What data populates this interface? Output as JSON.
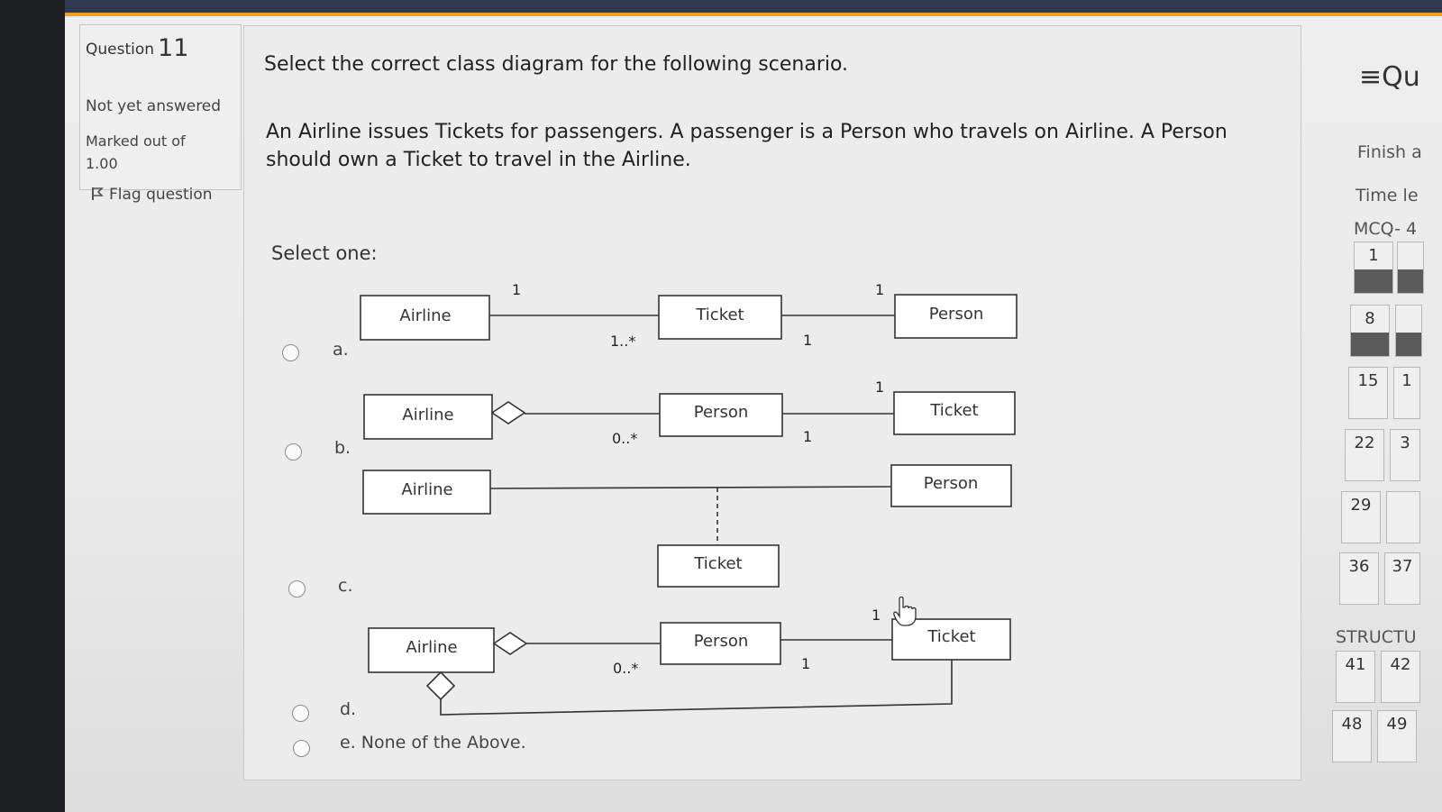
{
  "question_info": {
    "label": "Question",
    "number": "11",
    "state": "Not yet answered",
    "marked": "Marked out of 1.00",
    "flag": "Flag question"
  },
  "question": {
    "text": "Select the correct class diagram for the following scenario.",
    "scenario": "An Airline issues Tickets for passengers.  A passenger is a Person who travels on Airline.  A Person should own a Ticket to travel in the Airline.",
    "select_one": "Select one:"
  },
  "options": [
    {
      "letter": "a."
    },
    {
      "letter": "b."
    },
    {
      "letter": "c."
    },
    {
      "letter": "d."
    },
    {
      "letter": "e. None of the Above."
    }
  ],
  "diagrams": {
    "a": {
      "box1": "Airline",
      "box2": "Ticket",
      "box3": "Person",
      "m1": "1",
      "m2": "1..*",
      "m3": "1",
      "m4": "1"
    },
    "b": {
      "box1": "Airline",
      "box2": "Person",
      "box3": "Ticket",
      "m2": "0..*",
      "m3": "1",
      "m4": "1"
    },
    "c": {
      "box1": "Airline",
      "box2": "Person",
      "box3": "Ticket"
    },
    "d": {
      "box1": "Airline",
      "box2": "Person",
      "box3": "Ticket",
      "m2": "0..*",
      "m3": "1",
      "m4": "1"
    }
  },
  "nav": {
    "icon": "≡",
    "title_partial": "Qu",
    "finish": "Finish a",
    "time": "Time le",
    "mcq": "MCQ- 4",
    "structure": "STRUCTU",
    "buttons": [
      "1",
      "8",
      "15",
      "22",
      "29",
      "36"
    ],
    "buttons2": [
      "1",
      "3",
      "37"
    ],
    "structure_buttons": [
      "41",
      "42",
      "48",
      "49"
    ]
  }
}
